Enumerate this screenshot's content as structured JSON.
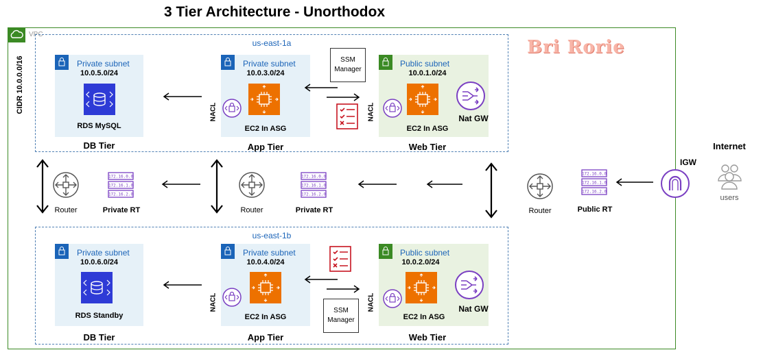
{
  "title": "3 Tier Architecture - Unorthodox",
  "vpc": {
    "label": "VPC",
    "cidr": "CIDR 10.0.0.0/16"
  },
  "watermark": "Bri Rorie",
  "colors": {
    "vpc_green": "#3b8a24",
    "subnet_blue": "#1b64b8",
    "ec2_orange": "#ed7100",
    "rds_blue": "#2e3bd6",
    "network_purple": "#7a3fc2",
    "checklist_red": "#c7131f"
  },
  "az1": {
    "label": "us-east-1a",
    "db": {
      "subnet": "Private subnet",
      "cidr": "10.0.5.0/24",
      "caption": "RDS MySQL",
      "tier": "DB Tier"
    },
    "app": {
      "subnet": "Private subnet",
      "cidr": "10.0.3.0/24",
      "caption": "EC2 In ASG",
      "tier": "App Tier",
      "nacl": "NACL"
    },
    "ssm": "SSM Manager",
    "web": {
      "subnet": "Public subnet",
      "cidr": "10.0.1.0/24",
      "caption": "EC2 In ASG",
      "tier": "Web Tier",
      "nacl": "NACL",
      "nat": "Nat GW"
    }
  },
  "az2": {
    "label": "us-east-1b",
    "db": {
      "subnet": "Private subnet",
      "cidr": "10.0.6.0/24",
      "caption": "RDS Standby",
      "tier": "DB Tier"
    },
    "app": {
      "subnet": "Private subnet",
      "cidr": "10.0.4.0/24",
      "caption": "EC2 In ASG",
      "tier": "App Tier",
      "nacl": "NACL"
    },
    "ssm": "SSM Manager",
    "web": {
      "subnet": "Public subnet",
      "cidr": "10.0.2.0/24",
      "caption": "EC2 In ASG",
      "tier": "Web Tier",
      "nacl": "NACL",
      "nat": "Nat GW"
    }
  },
  "routing": {
    "router1": "Router",
    "rt1": "Private RT",
    "router2": "Router",
    "rt2": "Private RT",
    "router3": "Router",
    "rt3": "Public RT",
    "rt_entries": [
      "172.16.0.0",
      "172.16.1.0",
      "172.16.2.0"
    ]
  },
  "igw": "IGW",
  "internet": "Internet",
  "users": "users"
}
